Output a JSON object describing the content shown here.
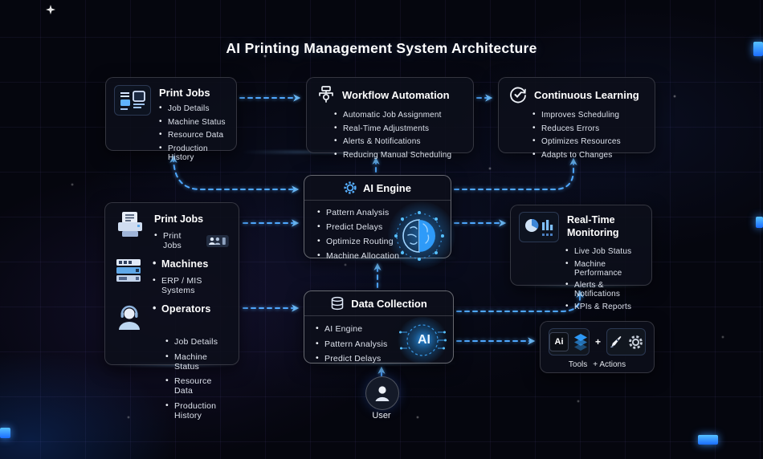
{
  "title": "AI Printing Management System Architecture",
  "print_jobs_top": {
    "title": "Print Jobs",
    "items": [
      "Job Details",
      "Machine Status",
      "Resource Data",
      "Production History"
    ]
  },
  "workflow": {
    "title": "Workflow Automation",
    "items": [
      "Automatic Job Assignment",
      "Real-Time Adjustments",
      "Alerts & Notifications",
      "Reducing Manual Scheduling"
    ]
  },
  "learning": {
    "title": "Continuous Learning",
    "items": [
      "Improves Scheduling",
      "Reduces Errors",
      "Optimizes Resources",
      "Adapts to Changes"
    ]
  },
  "engine": {
    "title": "AI Engine",
    "items": [
      "Pattern Analysis",
      "Predict Delays",
      "Optimize Routing",
      "Machine Allocation"
    ]
  },
  "sources": {
    "print_jobs": {
      "title": "Print Jobs",
      "item": "Print Jobs"
    },
    "machines": {
      "title": "Machines",
      "item": "ERP / MIS Systems"
    },
    "operators": {
      "title": "Operators",
      "items": [
        "Job Details",
        "Machine Status",
        "Resource Data",
        "Production History"
      ]
    }
  },
  "monitoring": {
    "title": "Real-Time Monitoring",
    "items": [
      "Live Job Status",
      "Machine Performance",
      "Alerts & Notifications",
      "KPIs & Reports"
    ]
  },
  "collection": {
    "title": "Data Collection",
    "items": [
      "AI Engine",
      "Pattern Analysis",
      "Predict Delays"
    ],
    "graphic_label": "AI"
  },
  "tools": {
    "ai_label": "Ai",
    "plus": "+",
    "caption_left": "Tools",
    "caption_right": "+ Actions"
  },
  "user": {
    "label": "User"
  },
  "colors": {
    "background": "#05060e",
    "arrow": "#4FA8FF",
    "accent_blue": "#2F9FFF",
    "panel_border": "rgba(255,255,255,0.17)",
    "text": "#E9EDF5"
  }
}
